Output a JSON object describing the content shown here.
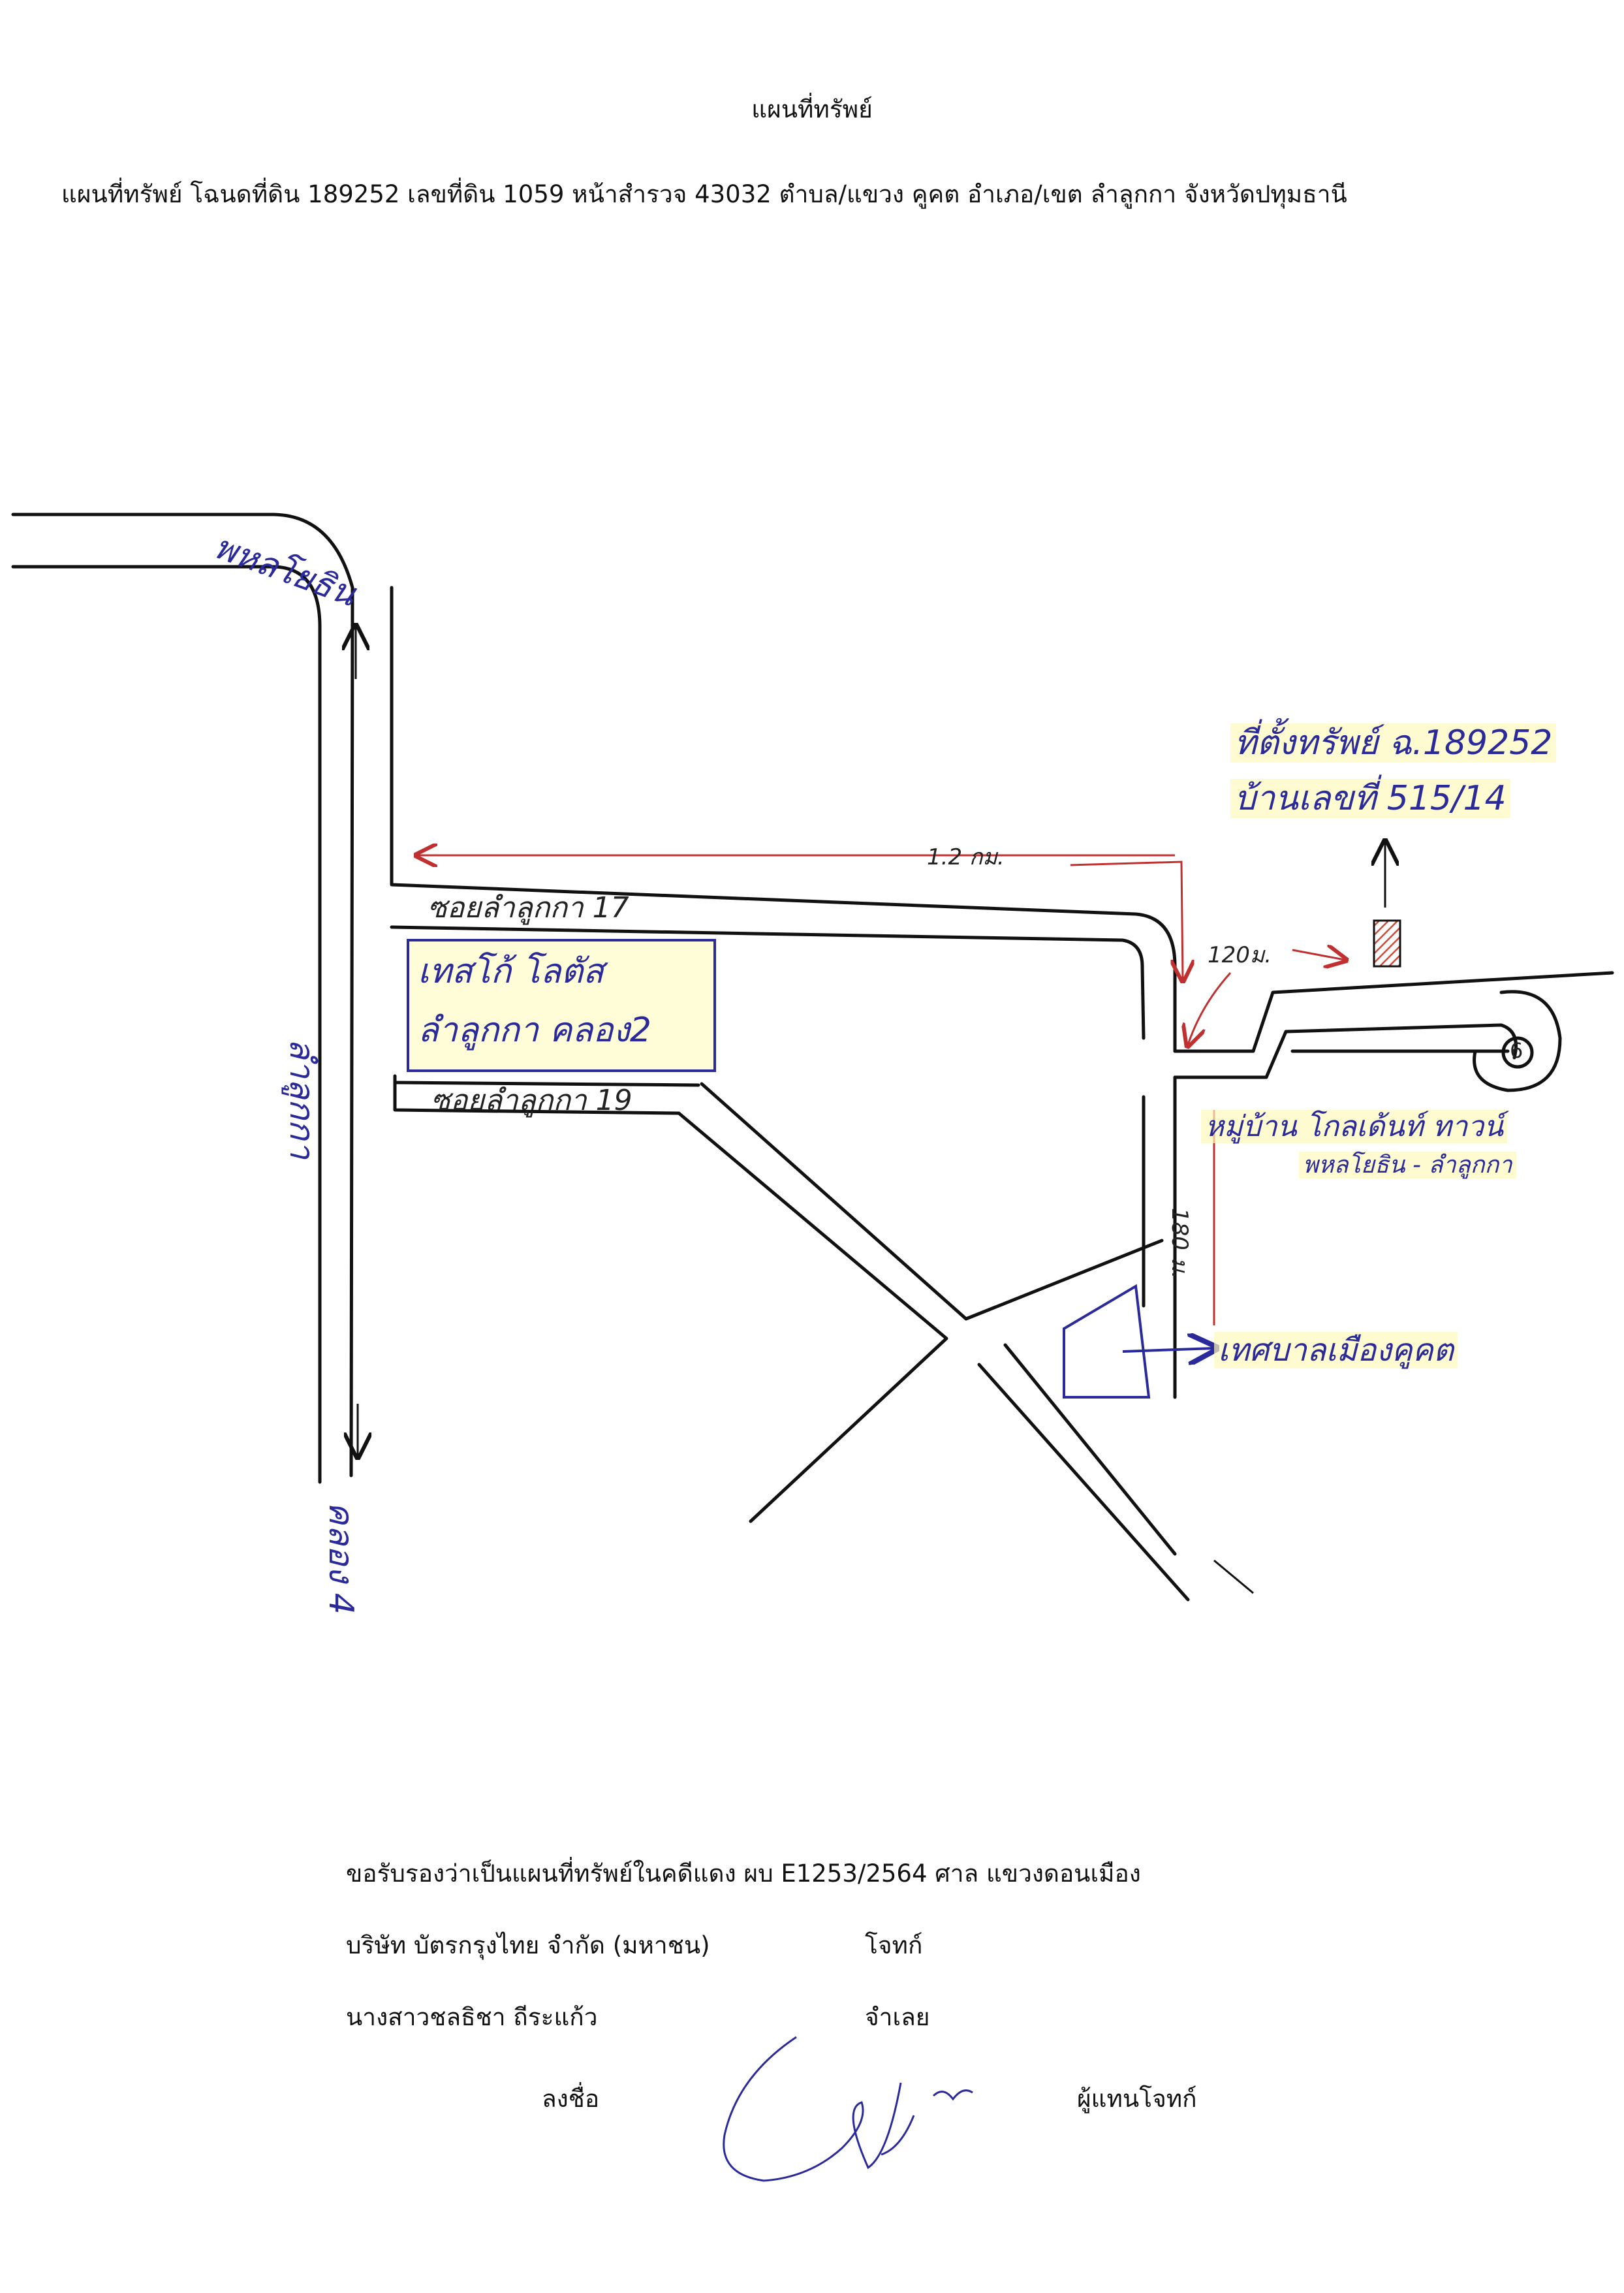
{
  "document": {
    "title": "แผนที่ทรัพย์",
    "description": "แผนที่ทรัพย์ โฉนดที่ดิน  189252  เลขที่ดิน  1059  หน้าสำรวจ 43032 ตำบล/แขวง คูคต  อำเภอ/เขต ลำลูกกา จังหวัดปทุมธานี"
  },
  "map": {
    "labels": {
      "road_top": "พหลโยธิน",
      "road_left": "ลำลูกกา",
      "road_bottom_left": "คลอง 4",
      "soi_17": "ซอยลำลูกกา 17",
      "soi_19": "ซอยลำลูกกา 19",
      "tesco_line1": "เทสโก้ โลตัส",
      "tesco_line2": "ลำลูกกา คลอง2",
      "distance_top": "1.2 กม.",
      "distance_120": "120ม.",
      "distance_180": "180 ม.",
      "property_line1": "ที่ตั้งทรัพย์ ฉ.189252",
      "property_line2": "บ้านเลขที่ 515/14",
      "village_line1": "หมู่บ้าน โกลเด้นท์ ทาวน์",
      "village_line2": "พหลโยธิน - ลำลูกกา",
      "municipality": "เทศบาลเมืองคูคต",
      "roundabout_marker": "6"
    },
    "colors": {
      "road_line": "#111111",
      "handwriting": "#2a2a9a",
      "distance": "#c03030",
      "highlight": "#fff7b0",
      "property_hatch": "#d04a3a"
    }
  },
  "footer": {
    "certify": "ขอรับรองว่าเป็นแผนที่ทรัพย์ในคดีแดง  ผบ E1253/2564  ศาล  แขวงดอนเมือง",
    "company": "บริษัท บัตรกรุงไทย จำกัด (มหาชน)",
    "role_plaintiff": "โจทก์",
    "defendant_name": "นางสาวชลธิชา ถีระแก้ว",
    "role_defendant": "จำเลย",
    "sign_label": "ลงชื่อ",
    "representative": "ผู้แทนโจทก์"
  }
}
